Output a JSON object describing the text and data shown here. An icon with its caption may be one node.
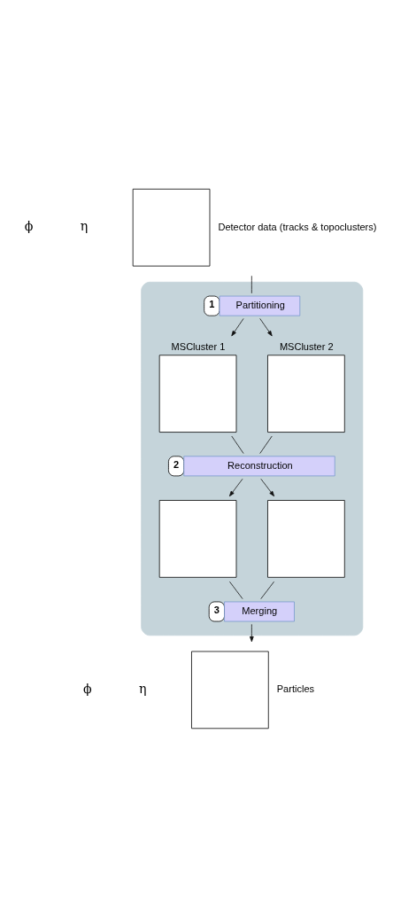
{
  "diagram": {
    "nodes": [
      {
        "text": [],
        "shape": "box",
        "beside": [
          "Detector data (tracks & topoclusters)"
        ]
      },
      {
        "text": [],
        "shape": "box"
      },
      {
        "text": [
          "Partitioning"
        ],
        "in": 1,
        "beside": [
          "1"
        ]
      },
      {
        "text": [
          "MSCluster 1"
        ],
        "in": 1
      },
      {
        "text": [
          "MSCluster 2"
        ],
        "in": 1
      },
      {
        "text": [
          "Reconstruction"
        ],
        "in": 1,
        "beside": [
          "2"
        ]
      },
      {
        "text": [],
        "shape": "box",
        "in": 1
      },
      {
        "text": [],
        "shape": "box",
        "in": 1
      },
      {
        "text": [
          "Merging"
        ],
        "in": 1,
        "beside": [
          "3"
        ]
      },
      {
        "text": [],
        "shape": "box",
        "beside": [
          "Particles"
        ]
      }
    ],
    "edges": [
      {
        "from": 0,
        "to": 2,
        "arrow": "none"
      },
      {
        "from": 2,
        "to": 3,
        "arrow": "to"
      },
      {
        "from": 2,
        "to": 4,
        "arrow": "to"
      },
      {
        "from": 3,
        "to": 5,
        "arrow": "none"
      },
      {
        "from": 4,
        "to": 5,
        "arrow": "none"
      },
      {
        "from": 5,
        "to": 6,
        "arrow": "to"
      },
      {
        "from": 5,
        "to": 7,
        "arrow": "to"
      },
      {
        "from": 6,
        "to": 8,
        "arrow": "none"
      },
      {
        "from": 7,
        "to": 8,
        "arrow": "none"
      },
      {
        "from": 8,
        "to": 9,
        "arrow": "to"
      }
    ],
    "labels": [
      "ϕ",
      "η",
      "ϕ",
      "η"
    ]
  }
}
